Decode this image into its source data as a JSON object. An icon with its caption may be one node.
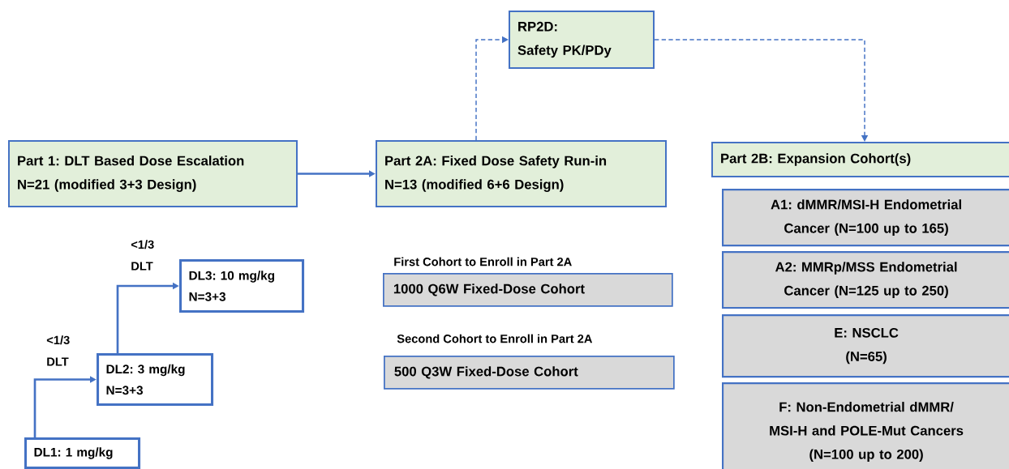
{
  "diagram": {
    "nodes": [
      {
        "text": [
          "Part 1: DLT Based Dose Escalation",
          "N=21 (modified 3+3 Design)"
        ]
      },
      {
        "text": [
          "RP2D:",
          "Safety PK/PDy"
        ]
      },
      {
        "text": [
          "Part 2A: Fixed Dose Safety Run-in",
          "N=13 (modified 6+6 Design)"
        ]
      },
      {
        "text": [
          "Part 2B: Expansion Cohort(s)"
        ]
      },
      {
        "text": [
          "A1: dMMR/MSI-H Endometrial Cancer (N=100 up to 165)"
        ]
      },
      {
        "text": [
          "A2: MMRp/MSS Endometrial Cancer (N=125 up to 250)"
        ]
      },
      {
        "text": [
          "E: NSCLC",
          "(N=65)"
        ]
      },
      {
        "text": [
          "F: Non-Endometrial dMMR/ MSI-H and POLE-Mut Cancers",
          "(N=100 up to 200)"
        ]
      },
      {
        "text": [
          "DL3: 10 mg/kg",
          "N=3+3"
        ]
      },
      {
        "text": [
          "DL2: 3 mg/kg",
          "N=3+3"
        ]
      },
      {
        "text": [
          "DL1: 1 mg/kg"
        ]
      },
      {
        "text": [
          "First Cohort to Enroll in Part 2A",
          "1000 Q6W Fixed-Dose Cohort"
        ]
      },
      {
        "text": [
          "Second Cohort to Enroll in Part 2A",
          "500 Q3W Fixed-Dose Cohort"
        ]
      }
    ],
    "edges": [
      {
        "from": 0,
        "to": 2,
        "arrow": "to"
      },
      {
        "from": 2,
        "to": 1,
        "arrow": "to",
        "style": "dashed"
      },
      {
        "from": 1,
        "to": 3,
        "arrow": "to",
        "style": "dashed"
      },
      {
        "from": 10,
        "to": 9,
        "arrow": "to",
        "label": "<1/3 DLT"
      },
      {
        "from": 9,
        "to": 8,
        "arrow": "to",
        "label": "<1/3 DLT"
      }
    ]
  }
}
